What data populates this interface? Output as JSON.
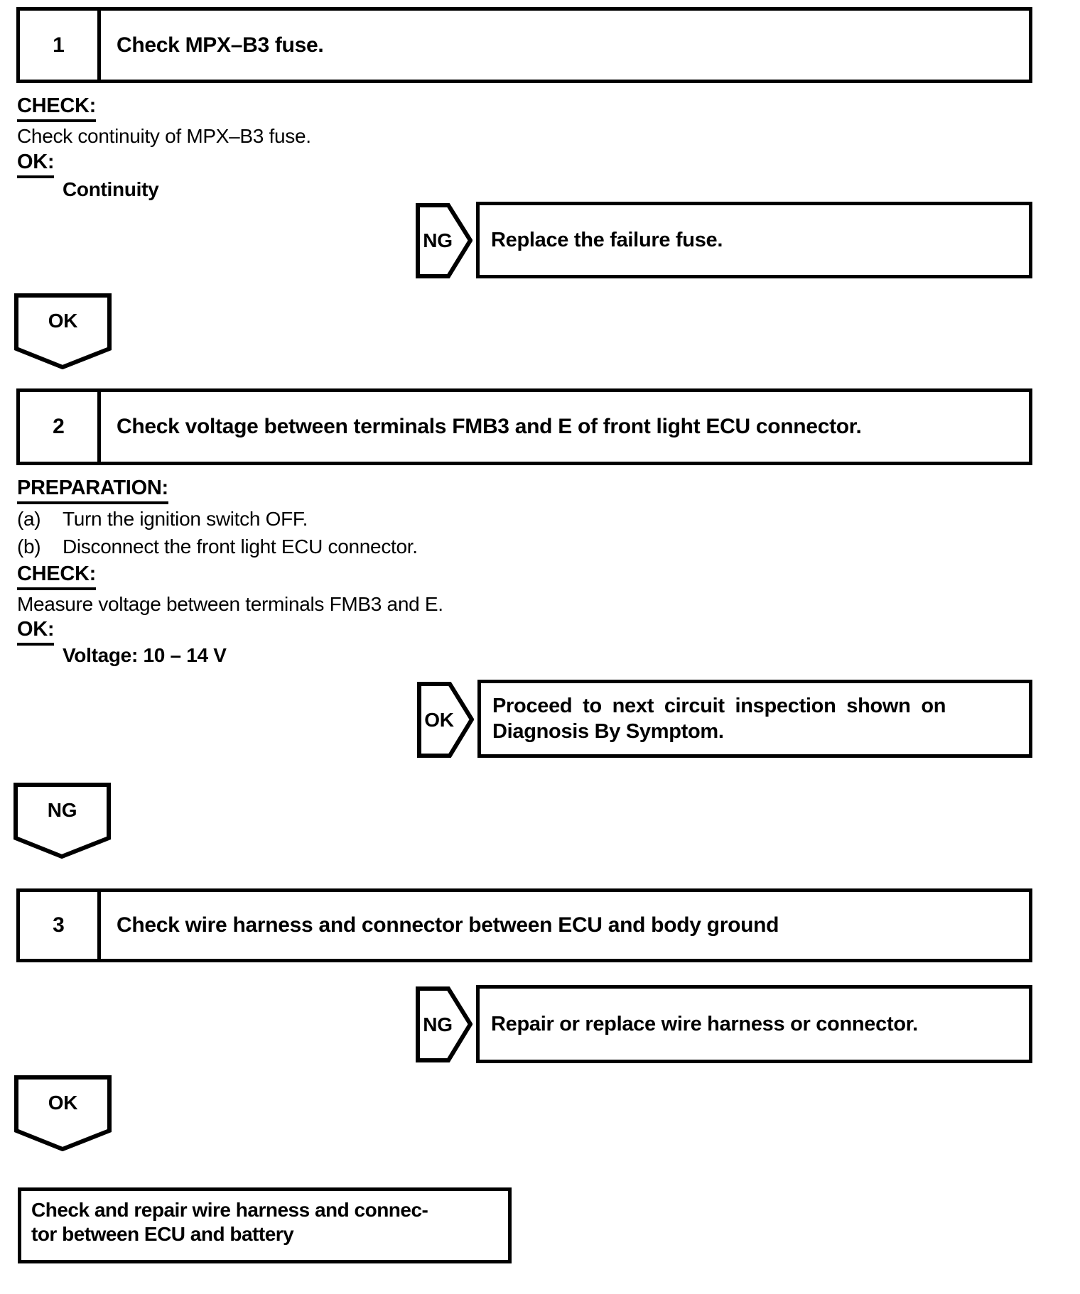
{
  "page": {
    "ink_color": "#000000",
    "paper_color": "#ffffff"
  },
  "steps": [
    {
      "number": "1",
      "title": "Check MPX–B3 fuse."
    },
    {
      "number": "2",
      "title": "Check voltage between terminals FMB3 and E of front light ECU connector."
    },
    {
      "number": "3",
      "title": "Check wire harness and connector between ECU and body ground"
    }
  ],
  "step1_section": {
    "check_label": "CHECK:",
    "check_text": "Check continuity of MPX–B3 fuse.",
    "ok_label": "OK:",
    "ok_value": "Continuity"
  },
  "step2_section": {
    "preparation_label": "PREPARATION:",
    "items": [
      {
        "marker": "(a)",
        "text": "Turn the ignition switch OFF."
      },
      {
        "marker": "(b)",
        "text": "Disconnect the front light ECU connector."
      }
    ],
    "check_label": "CHECK:",
    "check_text": "Measure voltage between terminals FMB3 and E.",
    "ok_label": "OK:",
    "ok_value": "Voltage: 10 – 14 V"
  },
  "connectors": {
    "ng1": {
      "label": "NG",
      "action": "Replace the failure fuse."
    },
    "ok1": {
      "label": "OK"
    },
    "ok2": {
      "label": "OK",
      "action_line1": "Proceed to next circuit inspection shown on",
      "action_line2": "Diagnosis By Symptom."
    },
    "ng2": {
      "label": "NG"
    },
    "ng3": {
      "label": "NG",
      "action": "Repair or replace wire harness or connector."
    },
    "ok3": {
      "label": "OK"
    }
  },
  "result_box": {
    "line1": "Check and repair wire harness and connec-",
    "line2": "tor between ECU and battery"
  }
}
